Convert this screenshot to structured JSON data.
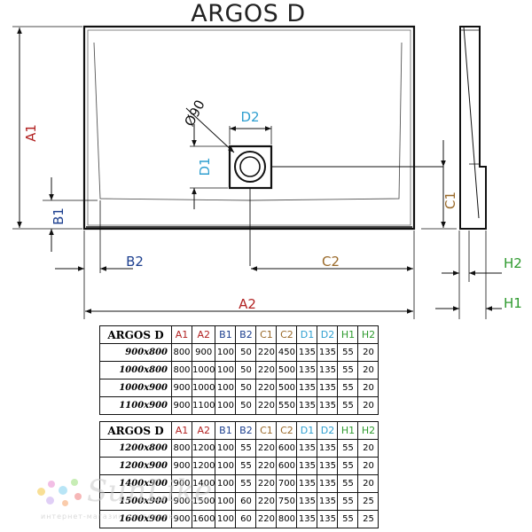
{
  "title": "ARGOS D",
  "labels": {
    "A1": "A1",
    "A2": "A2",
    "B1": "B1",
    "B2": "B2",
    "C1": "C1",
    "C2": "C2",
    "D1": "D1",
    "D2": "D2",
    "H1": "H1",
    "H2": "H2",
    "diameter": "Ø90"
  },
  "colors": {
    "A": "#b22222",
    "B": "#1c3f8f",
    "C": "#9a6a2a",
    "D": "#2f9fd0",
    "H": "#2e9a2e",
    "line": "#111111"
  },
  "table_headers": [
    "ARGOS D",
    "A1",
    "A2",
    "B1",
    "B2",
    "C1",
    "C2",
    "D1",
    "D2",
    "H1",
    "H2"
  ],
  "table1": [
    [
      "900x800",
      "800",
      "900",
      "100",
      "50",
      "220",
      "450",
      "135",
      "135",
      "55",
      "20"
    ],
    [
      "1000x800",
      "800",
      "1000",
      "100",
      "50",
      "220",
      "500",
      "135",
      "135",
      "55",
      "20"
    ],
    [
      "1000x900",
      "900",
      "1000",
      "100",
      "50",
      "220",
      "500",
      "135",
      "135",
      "55",
      "20"
    ],
    [
      "1100x900",
      "900",
      "1100",
      "100",
      "50",
      "220",
      "550",
      "135",
      "135",
      "55",
      "20"
    ]
  ],
  "table2": [
    [
      "1200x800",
      "800",
      "1200",
      "100",
      "55",
      "220",
      "600",
      "135",
      "135",
      "55",
      "20"
    ],
    [
      "1200x900",
      "900",
      "1200",
      "100",
      "55",
      "220",
      "600",
      "135",
      "135",
      "55",
      "20"
    ],
    [
      "1400x900",
      "900",
      "1400",
      "100",
      "55",
      "220",
      "700",
      "135",
      "135",
      "55",
      "20"
    ],
    [
      "1500x900",
      "900",
      "1500",
      "100",
      "60",
      "220",
      "750",
      "135",
      "135",
      "55",
      "25"
    ],
    [
      "1600x900",
      "900",
      "1600",
      "100",
      "60",
      "220",
      "800",
      "135",
      "135",
      "55",
      "25"
    ]
  ],
  "watermark": {
    "script": "SunLike",
    "sub": "интернет-магазин сантехники"
  }
}
